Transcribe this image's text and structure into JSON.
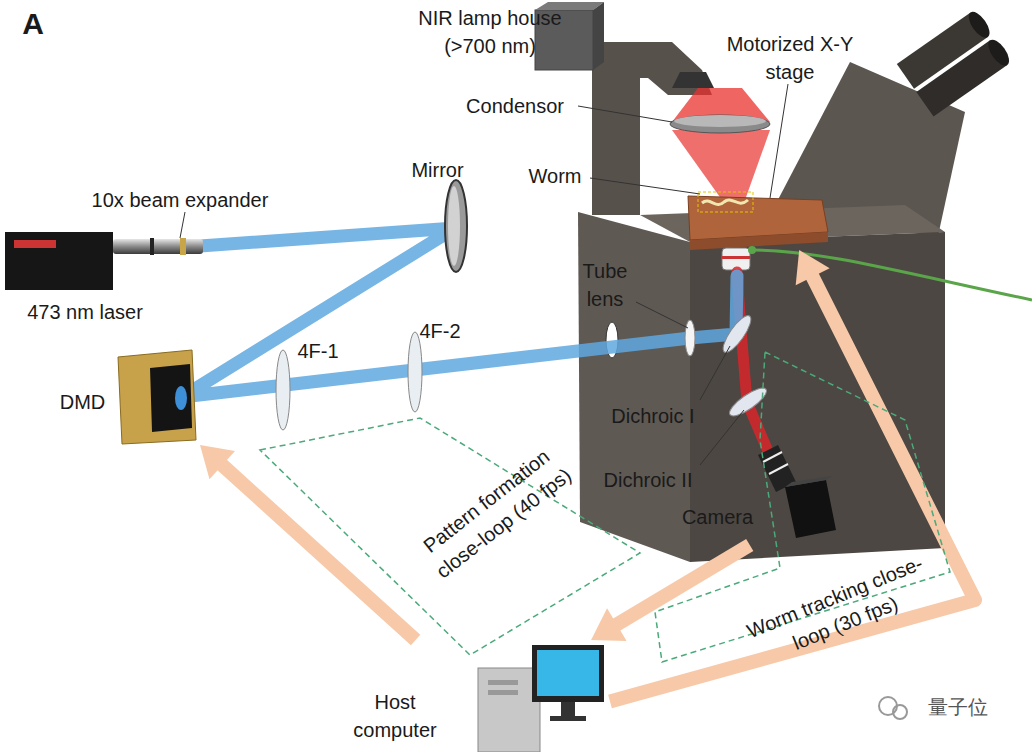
{
  "diagram": {
    "nodes": [
      {
        "text": [
          "Motorized X-Y stage"
        ]
      },
      {
        "text": [
          "DMD"
        ]
      },
      {
        "text": [
          "Pattern formation close-loop (40 fps)"
        ]
      },
      {
        "text": [
          "Camera"
        ]
      },
      {
        "text": [
          "Worm tracking close-loop (30 fps)"
        ]
      },
      {
        "text": [
          "Host computer"
        ]
      }
    ],
    "edges": [
      {
        "from": 5,
        "to": 1,
        "arrow": "to"
      },
      {
        "from": 3,
        "to": 5,
        "arrow": "to"
      },
      {
        "from": 5,
        "to": 0,
        "arrow": "to"
      }
    ],
    "labels": [
      "A",
      "NIR lamp house (>700 nm)",
      "Condensor",
      "Worm",
      "Mirror",
      "10x beam expander",
      "473 nm laser",
      "4F-1",
      "4F-2",
      "Tube lens",
      "Dichroic I",
      "Dichroic II",
      "量子位"
    ]
  }
}
